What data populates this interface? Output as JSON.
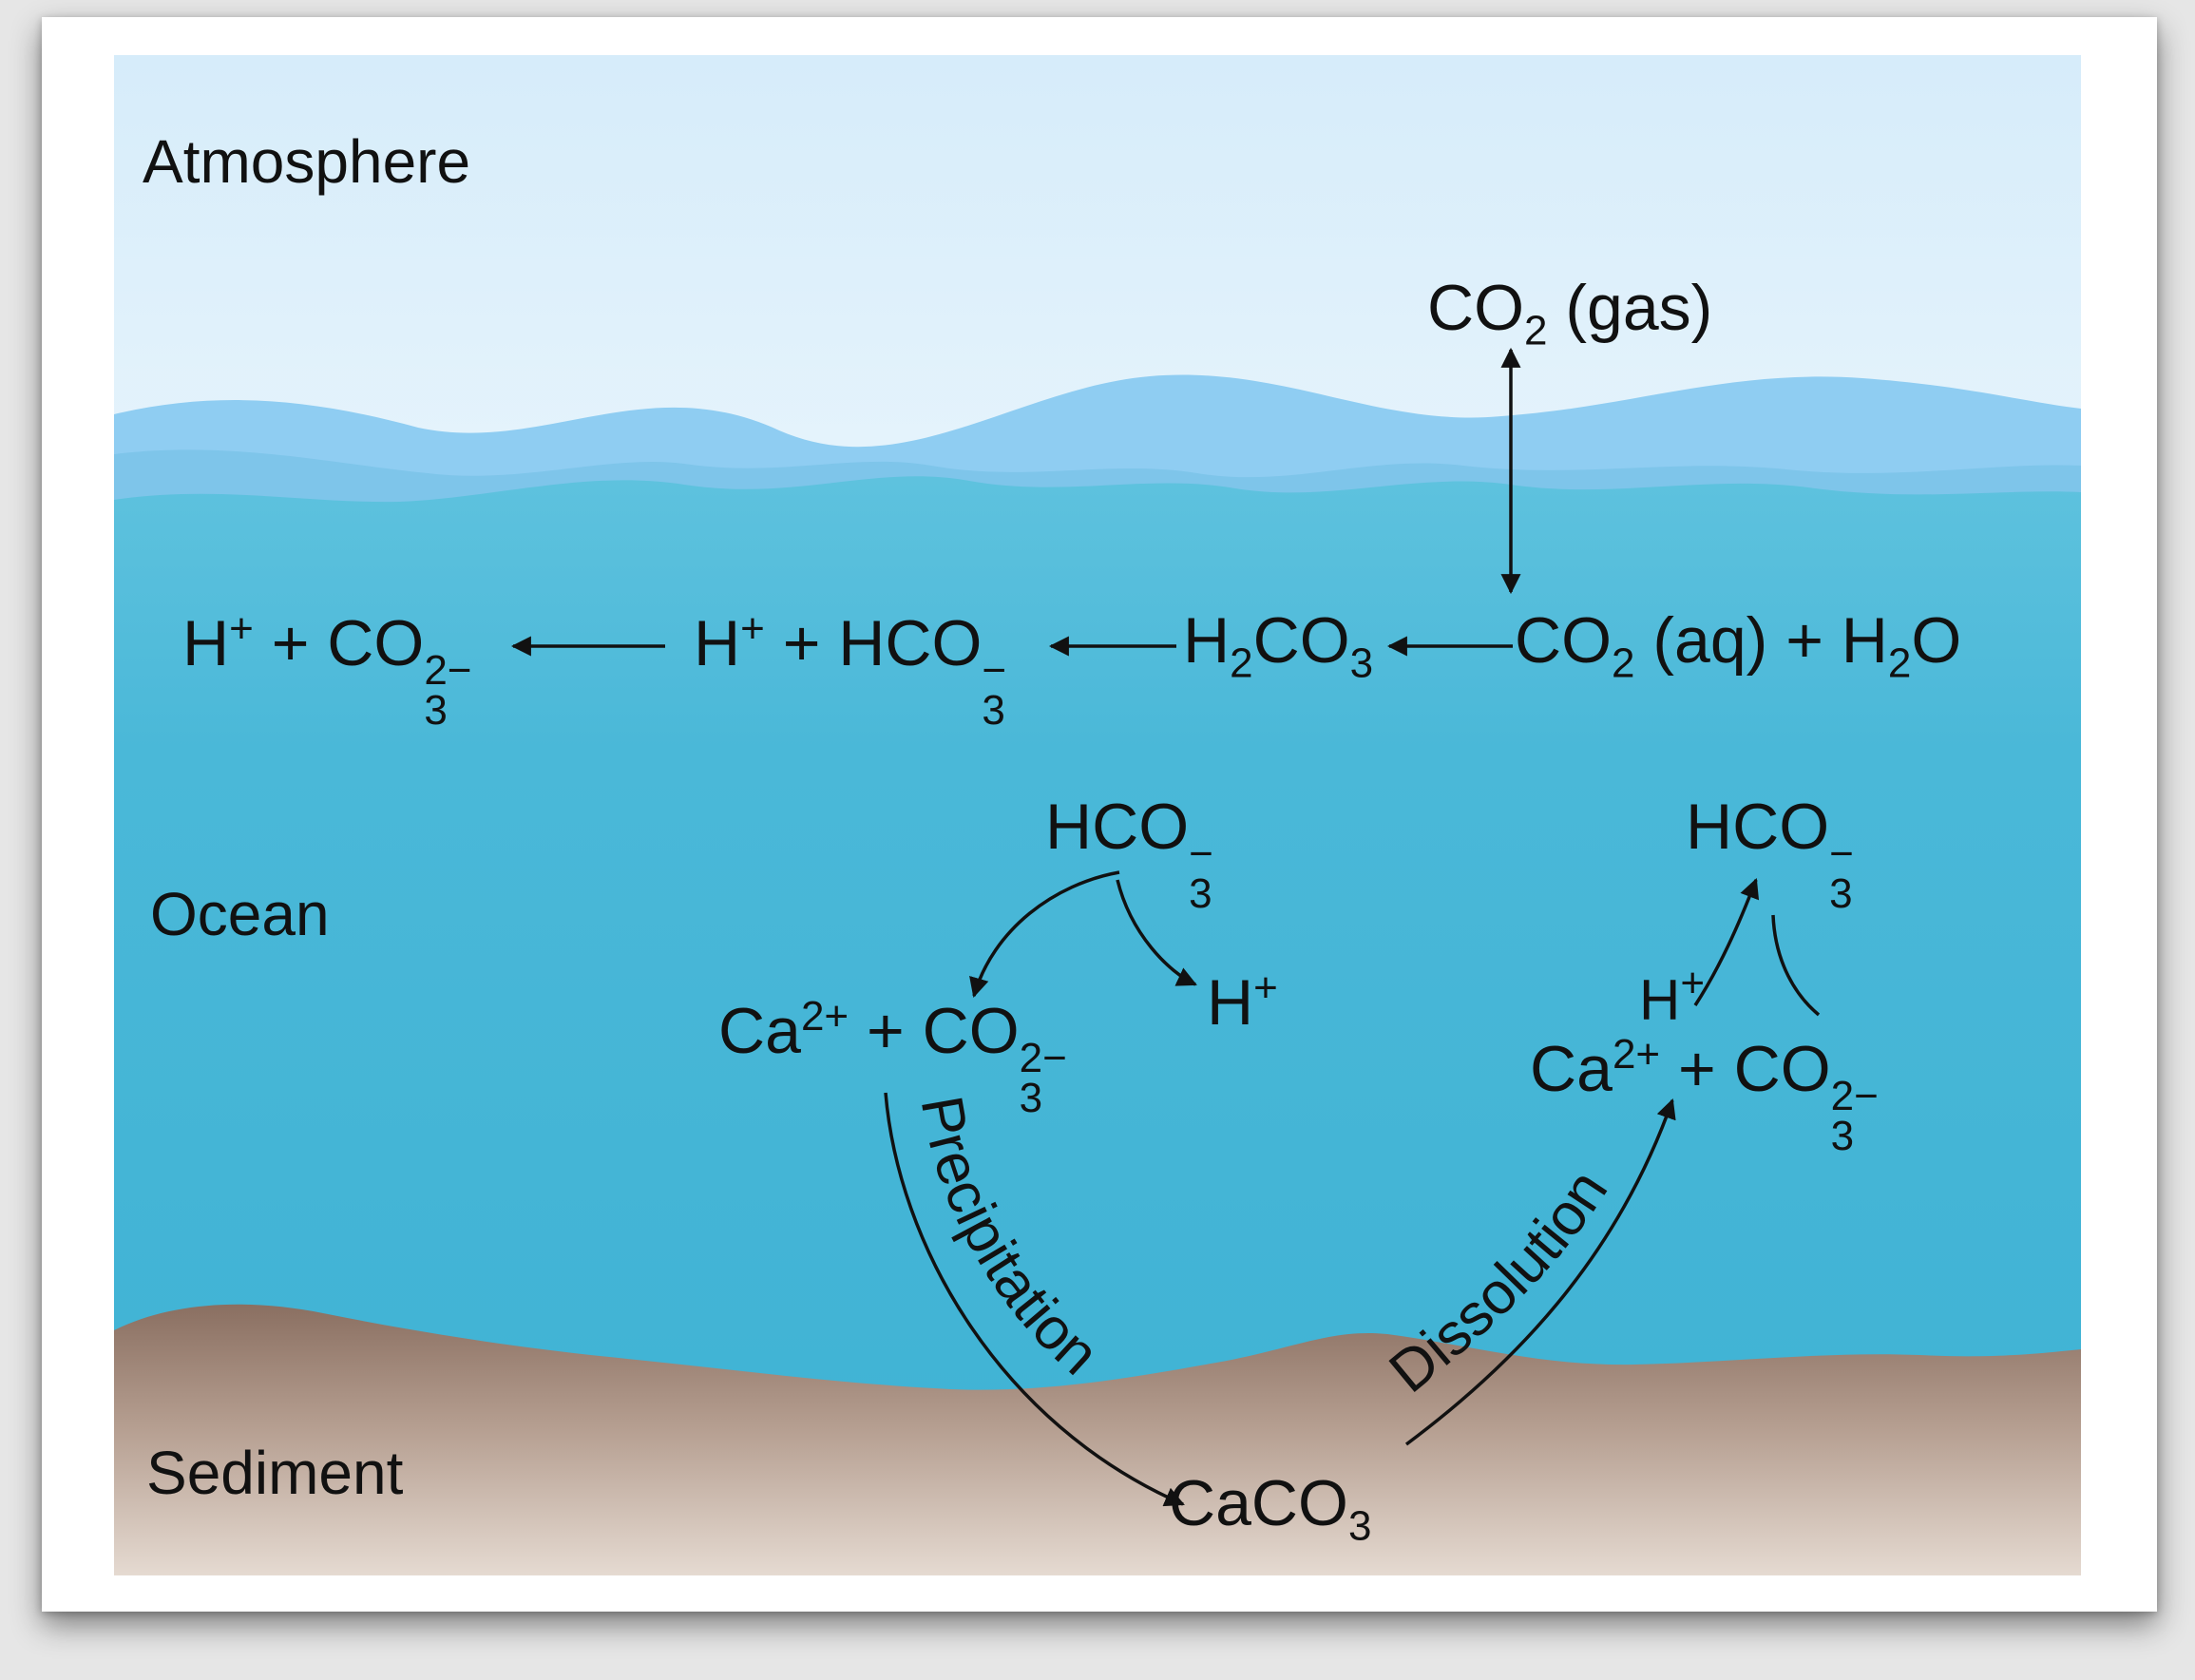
{
  "zones": {
    "atmosphere": "Atmosphere",
    "ocean": "Ocean",
    "sediment": "Sediment"
  },
  "species": {
    "co2_gas": [
      "CO",
      "2",
      " (gas)"
    ],
    "eq_h_co3": [
      "H",
      "+",
      " + CO",
      "3",
      "2−"
    ],
    "eq_h_hco3": [
      "H",
      "+",
      " + HCO",
      "3",
      "−"
    ],
    "eq_h2co3": [
      "H",
      "2",
      "CO",
      "3"
    ],
    "eq_co2aq_h2o": [
      "CO",
      "2",
      " (aq) + H",
      "2",
      "O"
    ],
    "precip_hco3": [
      "HCO",
      "3",
      "−"
    ],
    "precip_h": [
      "H",
      "+"
    ],
    "precip_ca_co3": [
      "Ca",
      "2+",
      " + CO",
      "3",
      "2−"
    ],
    "dissol_hco3": [
      "HCO",
      "3",
      "−"
    ],
    "dissol_h": [
      "H",
      "+"
    ],
    "dissol_ca_co3": [
      "Ca",
      "2+",
      " + CO",
      "3",
      "2−"
    ],
    "caco3": [
      "CaCO",
      "3"
    ]
  },
  "processes": {
    "precipitation": "Precipitation",
    "dissolution": "Dissolution"
  },
  "colors": {
    "sky_top": "#d8eefb",
    "sky_bottom": "#e6f4fc",
    "wave_light": "#8ccaf0",
    "ocean": "#4ab8d8",
    "ocean_deep": "#3fb0d2",
    "sediment_top": "#8e7466",
    "sediment_bottom": "#e3d7cd",
    "text": "#111111"
  }
}
